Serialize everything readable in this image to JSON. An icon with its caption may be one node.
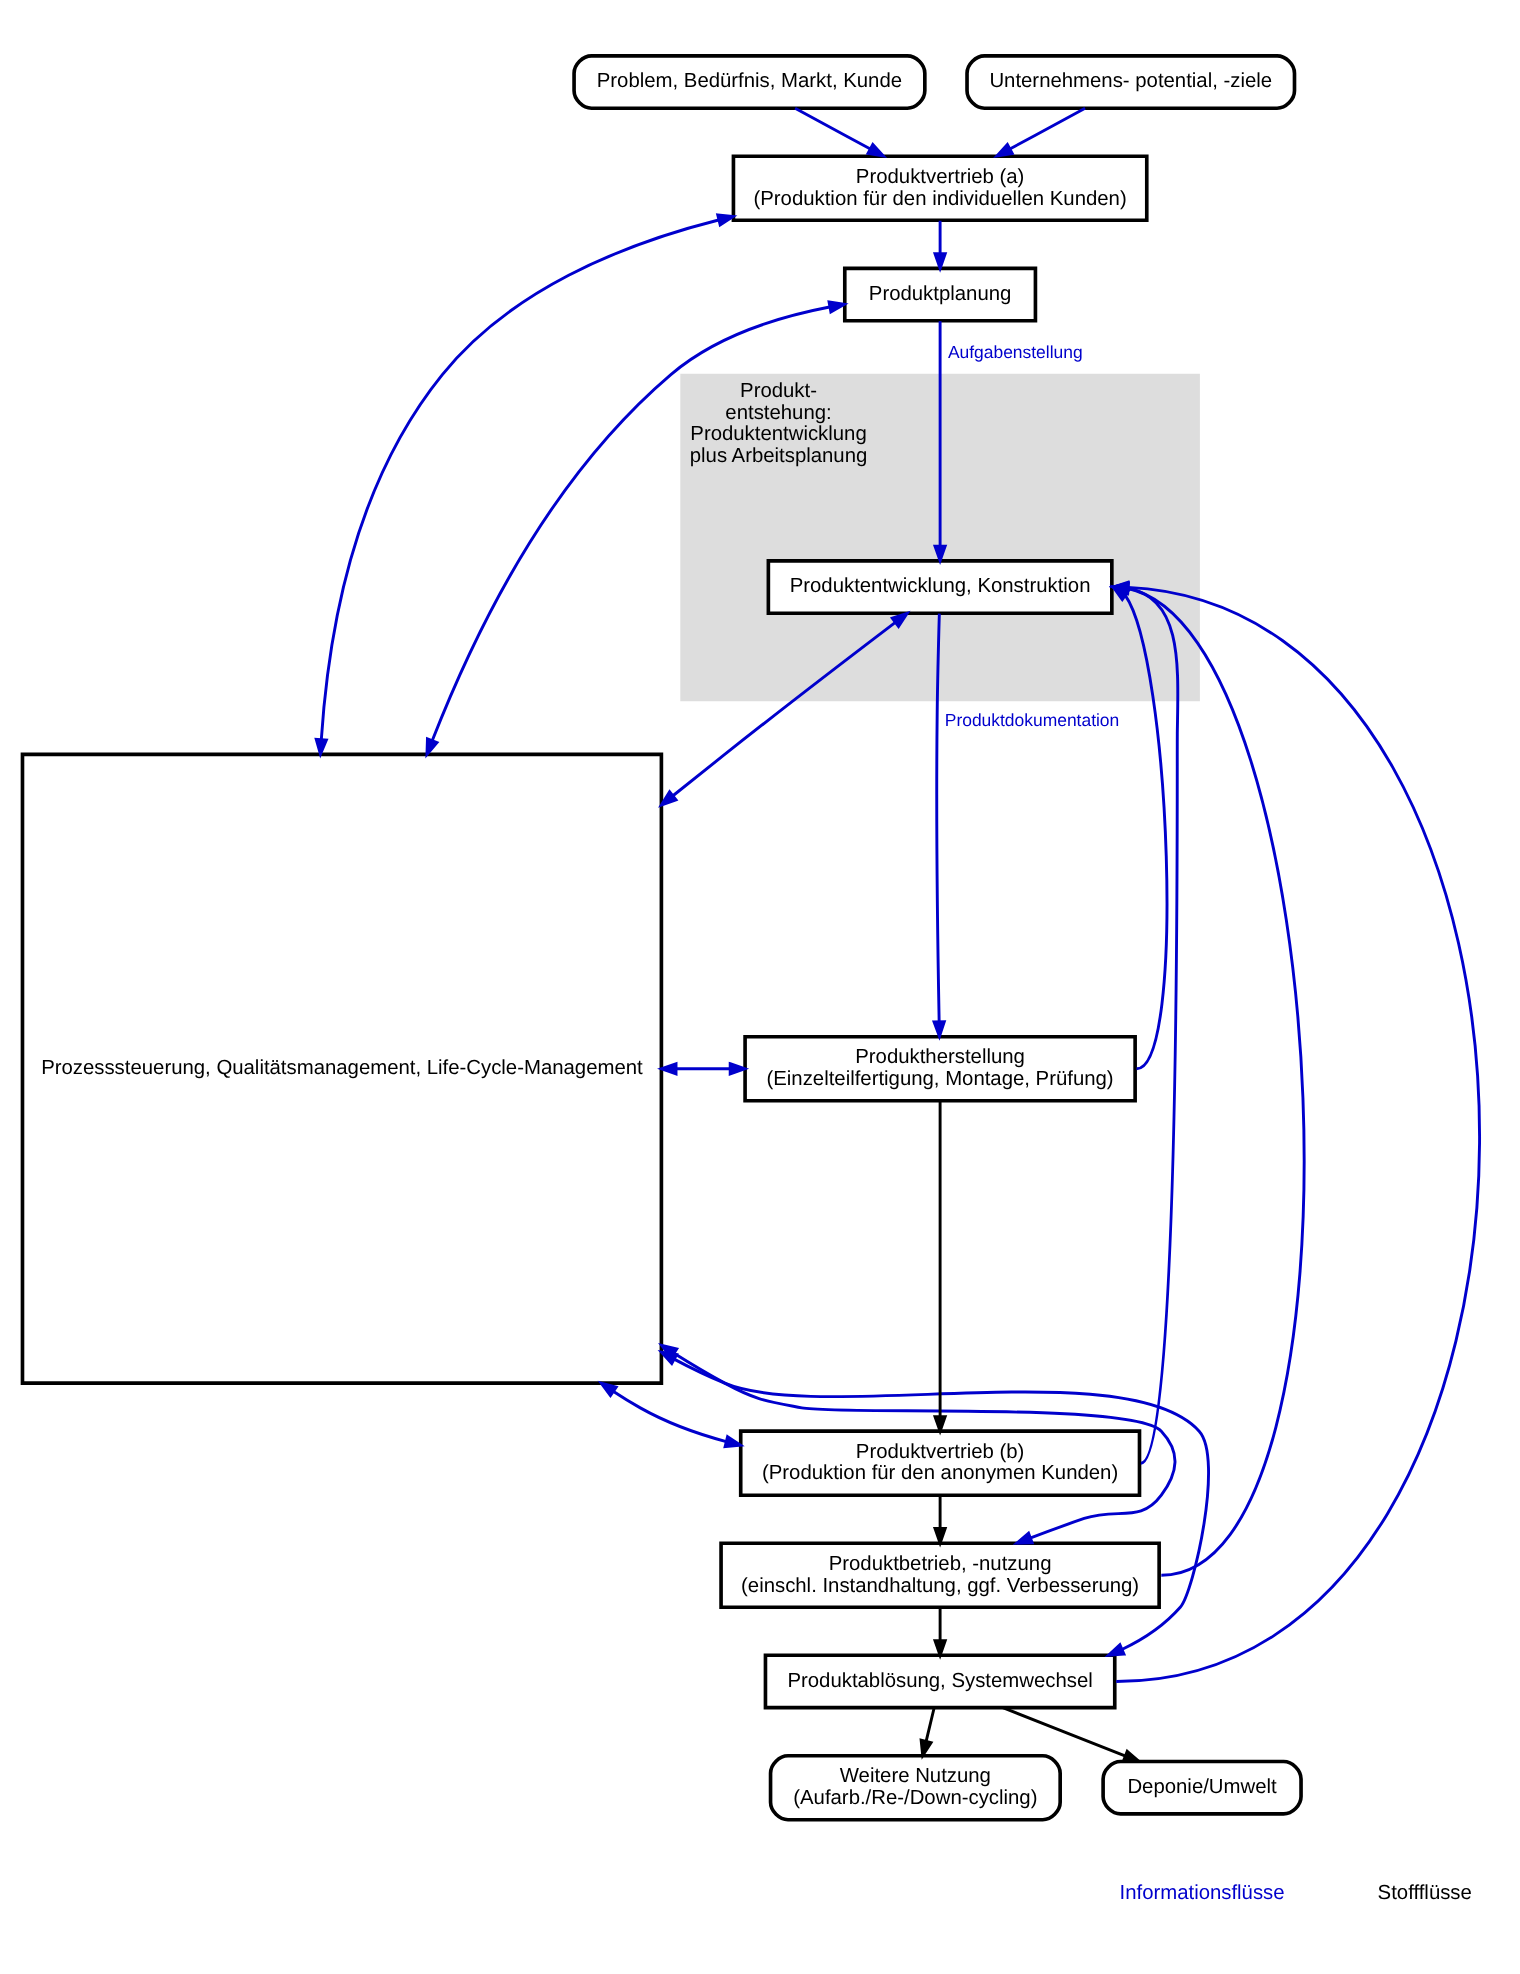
{
  "diagram": {
    "nodes": [
      {
        "text": [
          "Problem, Bedürfnis, Markt, Kunde"
        ]
      },
      {
        "text": [
          "Unternehmens- potential, -ziele"
        ]
      },
      {
        "text": [
          "Prozesssteuerung, Qualitätsmanagement, Life-Cycle-Management"
        ]
      },
      {
        "text": [
          "Produktvertrieb (a)",
          "(Produktion für den individuellen Kunden)"
        ]
      },
      {
        "text": [
          "Produktplanung"
        ]
      },
      {
        "text": [
          "Produkt- entstehung: Produktentwicklung plus Arbeitsplanung"
        ]
      },
      {
        "text": [
          "Produktentwicklung, Konstruktion"
        ],
        "in": 5
      },
      {
        "text": [
          "Produktherstellung",
          "(Einzelteilfertigung, Montage, Prüfung)"
        ]
      },
      {
        "text": [
          "Produktvertrieb (b)",
          "(Produktion für den anonymen Kunden)"
        ]
      },
      {
        "text": [
          "Produktbetrieb, -nutzung",
          "(einschl. Instandhaltung, ggf. Verbesserung)"
        ]
      },
      {
        "text": [
          "Produktablösung, Systemwechsel"
        ]
      },
      {
        "text": [
          "Weitere Nutzung",
          "(Aufarb./Re-/Down-cycling)"
        ]
      },
      {
        "text": [
          "Deponie/Umwelt"
        ]
      }
    ],
    "edges": [
      {
        "from": 0,
        "to": 3,
        "arrow": "to"
      },
      {
        "from": 1,
        "to": 3,
        "arrow": "to"
      },
      {
        "from": 3,
        "to": 4,
        "arrow": "to"
      },
      {
        "from": 4,
        "to": 6,
        "arrow": "to",
        "label": "Aufgabenstellung"
      },
      {
        "from": 6,
        "to": 7,
        "arrow": "to",
        "label": "Produktdokumentation"
      },
      {
        "from": 7,
        "to": 8,
        "arrow": "to",
        "color": "#000000"
      },
      {
        "from": 8,
        "to": 9,
        "arrow": "to",
        "color": "#000000"
      },
      {
        "from": 9,
        "to": 10,
        "arrow": "to",
        "color": "#000000"
      },
      {
        "from": 10,
        "to": 11,
        "arrow": "to",
        "color": "#000000"
      },
      {
        "from": 10,
        "to": 12,
        "arrow": "to",
        "color": "#000000"
      },
      {
        "from": 7,
        "to": 6,
        "arrow": "to"
      },
      {
        "from": 8,
        "to": 6,
        "arrow": "to"
      },
      {
        "from": 9,
        "to": 6,
        "arrow": "to"
      },
      {
        "from": 10,
        "to": 6,
        "arrow": "to"
      },
      {
        "from": 2,
        "to": 3,
        "arrow": "both"
      },
      {
        "from": 2,
        "to": 4,
        "arrow": "both"
      },
      {
        "from": 2,
        "to": 6,
        "arrow": "both"
      },
      {
        "from": 2,
        "to": 7,
        "arrow": "both"
      },
      {
        "from": 2,
        "to": 8,
        "arrow": "both"
      },
      {
        "from": 2,
        "to": 9,
        "arrow": "both"
      },
      {
        "from": 2,
        "to": 10,
        "arrow": "both"
      }
    ],
    "legend": [
      {
        "text": "Informationsflüsse"
      },
      {
        "text": "Stoffflüsse"
      }
    ]
  }
}
